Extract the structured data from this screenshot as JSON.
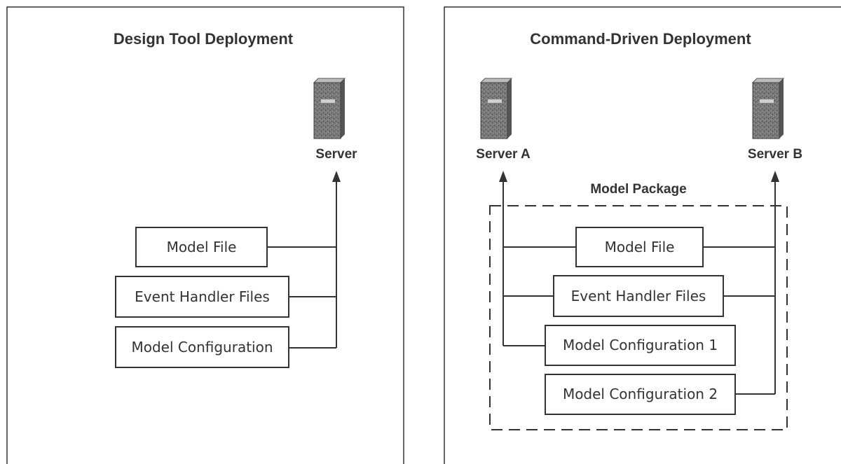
{
  "left_panel": {
    "title": "Design Tool Deployment",
    "server_label": "Server",
    "boxes": [
      "Model File",
      "Event Handler Files",
      "Model Configuration"
    ]
  },
  "right_panel": {
    "title": "Command-Driven Deployment",
    "server_a_label": "Server A",
    "server_b_label": "Server B",
    "package_label": "Model Package",
    "boxes": [
      "Model File",
      "Event Handler Files",
      "Model Configuration 1",
      "Model Configuration 2"
    ]
  },
  "icons": {
    "server": "server-tower-icon"
  },
  "colors": {
    "ink": "#333333",
    "server_body": "#7a7a7a"
  }
}
